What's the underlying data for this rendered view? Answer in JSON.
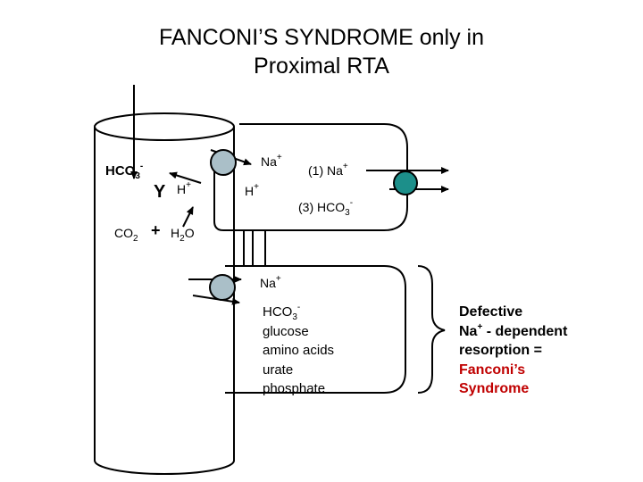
{
  "title_line1": "FANCONI’S SYNDROME only in",
  "title_line2": "Proximal RTA",
  "lumen": {
    "hco3_base": "HCO",
    "hco3_sub": "3",
    "hco3_sup": "-",
    "h_base": "H",
    "h_sup": "+",
    "co2_base": "CO",
    "co2_sub": "2",
    "plus": "+",
    "h2o_h": "H",
    "h2o_sub": "2",
    "h2o_o": "O",
    "reaction_arrow": "Y"
  },
  "cell_upper": {
    "na_base": "Na",
    "na_sup": "+",
    "h_base": "H",
    "h_sup": "+",
    "na1_label": "(1) Na",
    "na1_sup": "+",
    "hco3_label": "(3) HCO",
    "hco3_sub": "3",
    "hco3_sup": "-"
  },
  "cell_lower": {
    "na_base": "Na",
    "na_sup": "+",
    "items": [
      "HCO",
      "glucose",
      "amino acids",
      "urate",
      "phosphate"
    ],
    "hco3_sub": "3",
    "hco3_sup": "-"
  },
  "conclusion": {
    "line1": "Defective",
    "line2_base": "Na",
    "line2_sup": "+",
    "line2_rest": " - dependent",
    "line3": "resorption =",
    "line4": "Fanconi’s",
    "line5": "Syndrome"
  },
  "colors": {
    "transporter": "#aabfc8",
    "exchanger": "#1c8f8a",
    "highlight": "#c00000"
  }
}
